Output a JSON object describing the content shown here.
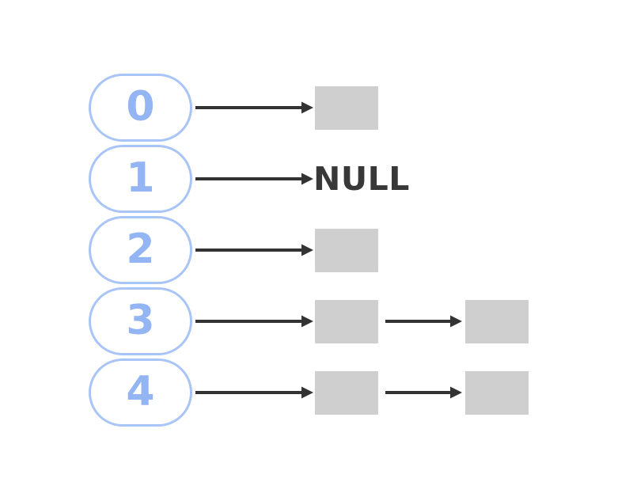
{
  "diagram": {
    "kind": "hash-table-with-chaining",
    "colors": {
      "background": "#ffffff",
      "pill_border": "#a9c4f7",
      "pill_text": "#94b5f3",
      "box_fill": "#cfcfcf",
      "arrow": "#333333",
      "null_text": "#383838"
    },
    "rows": [
      {
        "bucket": "0",
        "nodes": 1,
        "terminal": null
      },
      {
        "bucket": "1",
        "nodes": 0,
        "terminal": "NULL"
      },
      {
        "bucket": "2",
        "nodes": 1,
        "terminal": null
      },
      {
        "bucket": "3",
        "nodes": 2,
        "terminal": null
      },
      {
        "bucket": "4",
        "nodes": 2,
        "terminal": null
      }
    ]
  }
}
